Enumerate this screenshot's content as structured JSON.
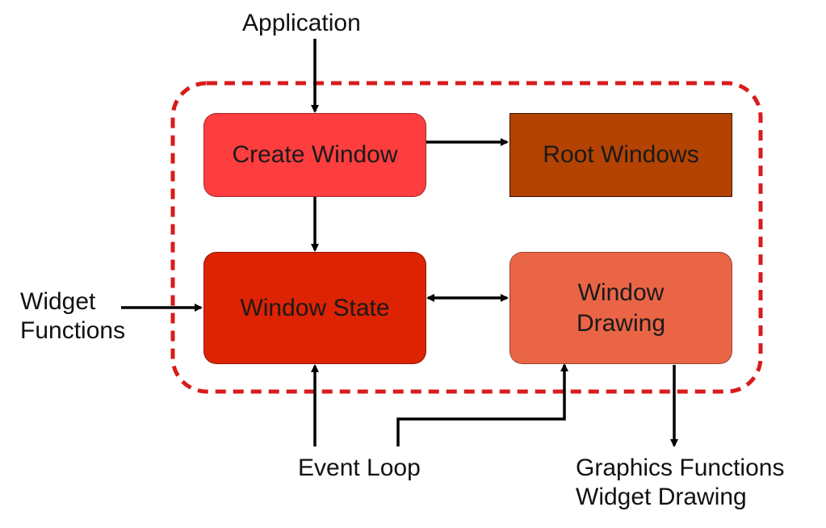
{
  "colors": {
    "create_window": "#fd3d3e",
    "root_windows": "#b44303",
    "window_state": "#dd2303",
    "window_drawing": "#e96546",
    "dashed_border": "#d91b1b",
    "arrow": "#000000"
  },
  "boxes": {
    "create_window": "Create Window",
    "root_windows": "Root Windows",
    "window_state": "Window State",
    "window_drawing": "Window\nDrawing"
  },
  "external": {
    "application": "Application",
    "widget_functions": "Widget\nFunctions",
    "event_loop": "Event Loop",
    "graphics_output": "Graphics Functions\nWidget Drawing"
  }
}
